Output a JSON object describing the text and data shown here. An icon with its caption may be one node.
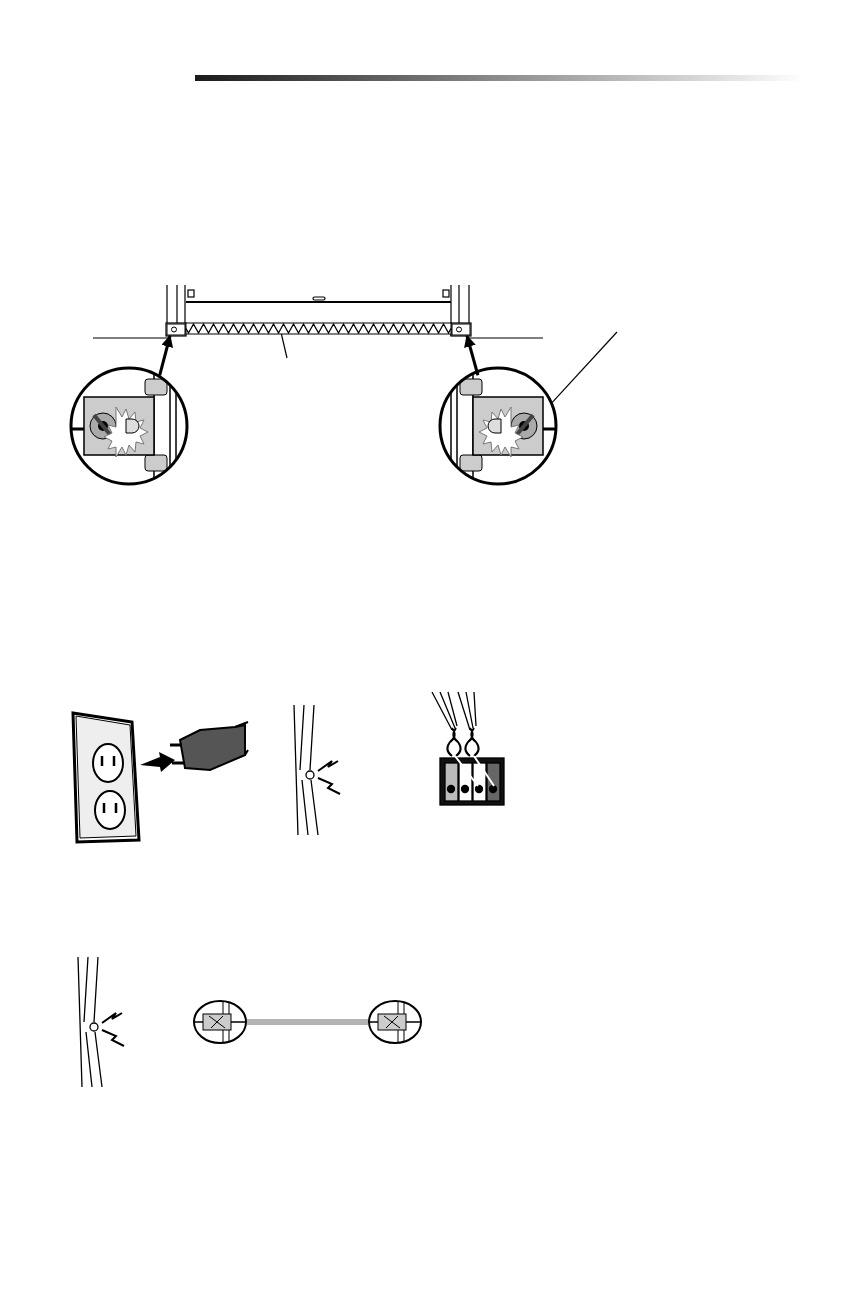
{
  "diagram": {
    "nodes": [
      {
        "text": [],
        "shape": "circle"
      },
      {
        "text": [],
        "shape": "box"
      },
      {
        "text": [],
        "shape": "circle"
      },
      {
        "text": [],
        "shape": "box"
      },
      {
        "text": [],
        "shape": "bar"
      },
      {
        "text": [],
        "shape": "circle"
      },
      {
        "text": [],
        "shape": "circle"
      }
    ],
    "edges": [
      {
        "from": 0,
        "to": 1,
        "arrow": "to"
      },
      {
        "from": 2,
        "to": 3,
        "arrow": "to"
      },
      {
        "from": null,
        "to": 4,
        "arrow": "none"
      },
      {
        "from": null,
        "to": 2,
        "arrow": "none"
      },
      {
        "from": 5,
        "to": 6,
        "arrow": "none",
        "style": "thick",
        "color": "#b3b3b3"
      }
    ]
  }
}
